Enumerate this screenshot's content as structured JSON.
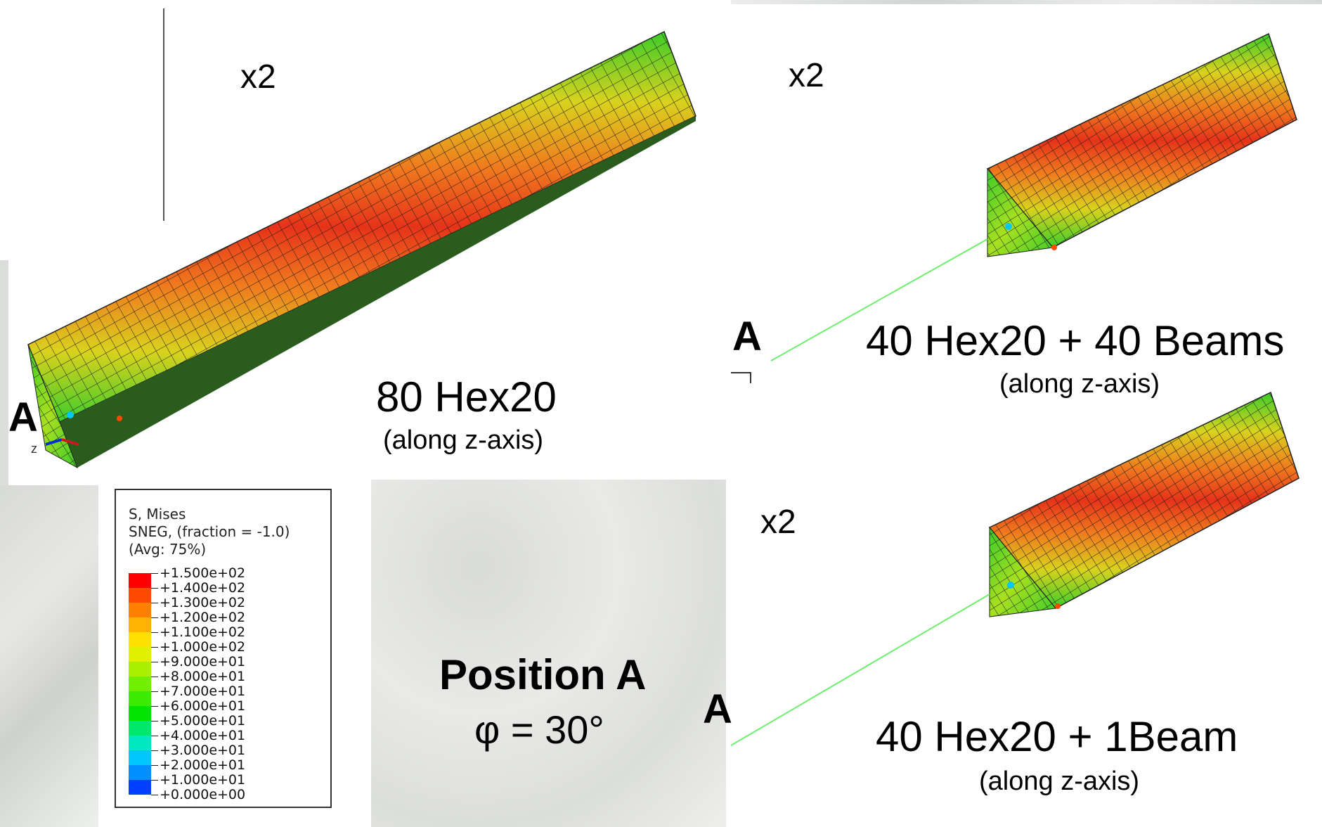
{
  "labels": {
    "x2_a": "x2",
    "x2_b": "x2",
    "x2_c": "x2",
    "point_a_1": "A",
    "point_a_2": "A",
    "point_a_3": "A",
    "axis_z": "z"
  },
  "captions": {
    "model1_title": "80 Hex20",
    "model1_sub": "(along z-axis)",
    "model2_title": "40 Hex20 + 40 Beams",
    "model2_sub": "(along z-axis)",
    "model3_title": "40 Hex20 + 1Beam",
    "model3_sub": "(along z-axis)"
  },
  "position": {
    "title": "Position A",
    "angle": "φ = 30°"
  },
  "legend": {
    "line1": "S, Mises",
    "line2": "SNEG, (fraction = -1.0)",
    "line3": "(Avg: 75%)",
    "ticks": [
      "+1.500e+02",
      "+1.400e+02",
      "+1.300e+02",
      "+1.200e+02",
      "+1.100e+02",
      "+1.000e+02",
      "+9.000e+01",
      "+8.000e+01",
      "+7.000e+01",
      "+6.000e+01",
      "+5.000e+01",
      "+4.000e+01",
      "+3.000e+01",
      "+2.000e+01",
      "+1.000e+01",
      "+0.000e+00"
    ],
    "colors": [
      "#ff0000",
      "#ff4a00",
      "#ff7f00",
      "#ffb300",
      "#ffe000",
      "#e0f000",
      "#a8f000",
      "#70ef00",
      "#3cec00",
      "#00e400",
      "#00e86c",
      "#00e8c0",
      "#00c8ff",
      "#0090ff",
      "#0040ff",
      "#0000ff"
    ]
  },
  "colors": {
    "beam_line": "#6ef06e",
    "mesh_red": "#e6331a",
    "mesh_orange": "#f07a1e",
    "mesh_yellow": "#d9d21e",
    "mesh_green": "#3ccc2a"
  }
}
